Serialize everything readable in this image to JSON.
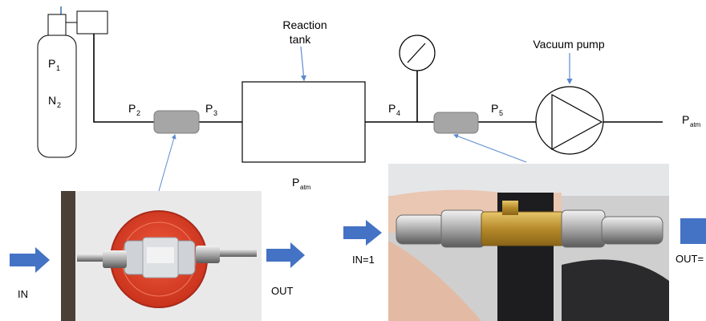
{
  "cylinder": {
    "pressure_label": "P",
    "pressure_sub": "1",
    "gas_label": "N",
    "gas_sub": "2"
  },
  "pipe_labels": {
    "p2": {
      "main": "P",
      "sub": "2"
    },
    "p3": {
      "main": "P",
      "sub": "3"
    },
    "p4": {
      "main": "P",
      "sub": "4"
    },
    "p5": {
      "main": "P",
      "sub": "5"
    },
    "p_outlet": {
      "main": "P",
      "sub": "atm"
    },
    "p_tank": {
      "main": "P",
      "sub": "atm"
    }
  },
  "reaction_tank": {
    "line1": "Reaction",
    "line2": "tank"
  },
  "vacuum_pump": {
    "label": "Vacuum pump"
  },
  "regulator_photo": {
    "in_label": "IN",
    "out_label": "OUT"
  },
  "valve_photo": {
    "in_label": "IN=1",
    "out_label": "OUT="
  },
  "colors": {
    "arrow": "#4472c4",
    "line": "#000000",
    "valve_fill": "#a6a6a6",
    "leader": "#5b8bd0",
    "regulator_red": "#e8452c"
  }
}
